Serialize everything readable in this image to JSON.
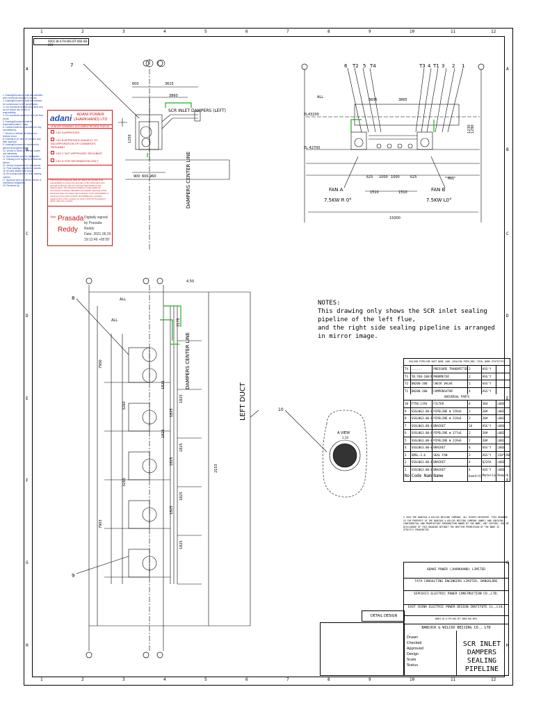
{
  "border": {
    "col_marks": [
      "1",
      "2",
      "3",
      "4",
      "5",
      "6",
      "7",
      "8",
      "9",
      "10",
      "11",
      "12"
    ],
    "row_marks": [
      "A",
      "B",
      "C",
      "D",
      "E",
      "F",
      "G",
      "H"
    ],
    "drawing_code": "0001-W-4-FH-WS-DT-060-08-001"
  },
  "stamp": {
    "logo": "adani",
    "company": "ADANI POWER (JHARKHAND) LTD",
    "header": "VENDOR DRAWING/ DOCUMENT REVIEW STATUS",
    "options": [
      "CAT-A APPROVED",
      "CAT-B APPROVED SUBJECT TO INCORPORATION OF COMMENTS RESUBMIT",
      "CAT-C NOT APPROVED, RESUBMIT",
      "CAT-D FOR INFORMATION ONLY"
    ],
    "paragraph": "This document approval shall not relieve the Vendor of its responsibility to ensure the accuracy of the information and general conformity with the Contract Specifications and requirements. The Vendor/Contractor is responsible for correctness of design calculation and details. Approval of this document does not relieve the Contractor of his responsibility in carrying out the work correctly and fulfilling the complete requirements of the contract nor does it limit the Purchaser's rights under the contract."
  },
  "signature": {
    "sign_label": "Sign:",
    "name": "Prasada Reddy",
    "digital_line1": "Digitally signed",
    "digital_line2": "by Prasada Reddy",
    "date": "Date: 2021.06.29",
    "time": "19:12:49 +05'30'"
  },
  "top_left_view": {
    "dims": [
      "600",
      "3615",
      "3860",
      "1250",
      "900",
      "600",
      "960"
    ],
    "label": "SCR INLET DAMPERS (LEFT)",
    "center_line": "DAMPERS CENTER LINE",
    "item": "7"
  },
  "top_right_view": {
    "items": [
      "6",
      "T2",
      "5",
      "T4",
      "T3",
      "4",
      "T1",
      "3",
      "2",
      "1"
    ],
    "elevations": [
      "EL43200",
      "EL 42700"
    ],
    "dims": [
      "3605",
      "3865",
      "1510",
      "1510",
      "625",
      "1000",
      "1000",
      "625",
      "15000",
      "1230",
      "1290"
    ],
    "fan_a": "FAN A",
    "fan_a_spec": "7.5KW R 0°",
    "fan_b": "FAN B",
    "fan_b_spec": "7.5KW L0°",
    "all_label": "ALL"
  },
  "plan_view": {
    "center_line": "DAMPERS CENTER LINE",
    "left_duct": "LEFT DUCT",
    "dims": [
      "4.50",
      "2175",
      "7900",
      "3260",
      "3260",
      "7903",
      "1825",
      "1825",
      "1825",
      "1825",
      "1825",
      "1825",
      "1825",
      "1825",
      "1825",
      "2153"
    ],
    "items": [
      "8",
      "9"
    ],
    "all_label": "ALL"
  },
  "notes": {
    "title": "NOTES:",
    "line1": "This drawing only shows the SCR inlet sealing pipeline of the left flue,",
    "line2": "and the right side sealing pipeline is arranged in mirror image."
  },
  "a_view": {
    "label": "A VIEW",
    "scale": "1:10",
    "item": "10"
  },
  "parts_table": {
    "title": "SEALING PIPELINE UNIT WORK LOAD (SEALING PIPELINE) TOTAL WORK STATISTICS",
    "top_rows": [
      [
        "T4",
        "......",
        "PRESSURE TRANSMITTER",
        "2",
        "ASS'Y",
        ""
      ],
      [
        "T3",
        "YB.Y60-100(F)",
        "MANOMETER",
        "2",
        "ASS'Y",
        ""
      ],
      [
        "T2",
        "DN200-200",
        "CHECK VALVE",
        "2",
        "ASS'Y",
        ""
      ],
      [
        "T1",
        "DN200-200",
        "COMPENSATOR",
        "4",
        "ASS'Y",
        ""
      ]
    ],
    "sub_header": "UNIVERSAL PARTS",
    "rows": [
      [
        "10",
        "FY50.1193",
        "FILTER",
        "4",
        "304",
        "L003"
      ],
      [
        "9",
        "SSSLNG3.00-003",
        "PIPELINE Φ 159x6",
        "2",
        "20#",
        "L002"
      ],
      [
        "8",
        "SSSLNG3.00-002",
        "PIPELINE Φ 219x6",
        "2",
        "20#",
        "L001"
      ],
      [
        "7",
        "SSSLNG3.00-004",
        "BRACKET",
        "16",
        "ASS'Y",
        "L003"
      ],
      [
        "6",
        "SSSLNG3.00-003",
        "PIPELINE Φ 377x6",
        "2",
        "20#",
        "L002"
      ],
      [
        "5",
        "SSSLNG3.00-002",
        "PIPELINE Φ 219x6",
        "2",
        "20#",
        "L001"
      ],
      [
        "4",
        "SSSLNG3.00-003",
        "BRACKET",
        "4",
        "ASS'Y",
        "L003"
      ],
      [
        "3",
        "SMSL-3.6",
        "SEAL FAN",
        "2",
        "ASS'Y",
        "120°(90°)"
      ],
      [
        "2",
        "SSSLNG3.00-003",
        "BRACKET",
        "4",
        "Q235A",
        "L003"
      ],
      [
        "1",
        "SSSLNG3.00-003",
        "BRACKET",
        "4",
        "ASS'Y",
        "L003"
      ]
    ],
    "footer": [
      "No.",
      "Code Name",
      "Name",
      "Quantity",
      "Material",
      "Remark"
    ]
  },
  "legal": "© 2016 THE BABCOCK & WILCOX BEIJING COMPANY, ALL RIGHTS RESERVED. THIS DRAWING IS THE PROPERTY OF THE BABCOCK & WILCOX BEIJING COMPANY (BWBC) AND CONTAINS CONFIDENTIAL AND PROPRIETARY INFORMATION OWNED BY THE BWBC, ANY COPYING, USE OR DISCLOSURE OF THIS DRAWING WITHOUT THE WRITTEN PERMISSION OF THE BWBC IS STRICTLY PROHIBITED.",
  "title_block": {
    "owner": "ADANI POWER (JHARKHAND) LIMITED",
    "consultant": "TATA CONSULTING ENGINEERS LIMITED, BANGALORE",
    "epc": "SEPCOIII ELECTRIC POWER CONSTRUCTION CO.,LTD.",
    "designer": "EAST CHINA ELECTRIC POWER DESIGN INSTITUTE Co.,Ltd.",
    "bwbc": "BABCOCK & WILCOX BEIJING CO., LTD",
    "project_doc": "0001-W-4-FH-WS-DT-060-08-001",
    "detail_design": "DETAIL DESIGN",
    "title_line1": "SCR INLET DAMPERS",
    "title_line2": "SEALING PIPELINE",
    "side_labels": [
      "Drawn",
      "Checked",
      "Approved",
      "Design",
      "Scale",
      "Status"
    ]
  },
  "colors": {
    "stamp": "#d01010",
    "logo": "#1d4fb6",
    "annotation_green": "#19b019",
    "blue_notes": "#1d3fb0"
  }
}
